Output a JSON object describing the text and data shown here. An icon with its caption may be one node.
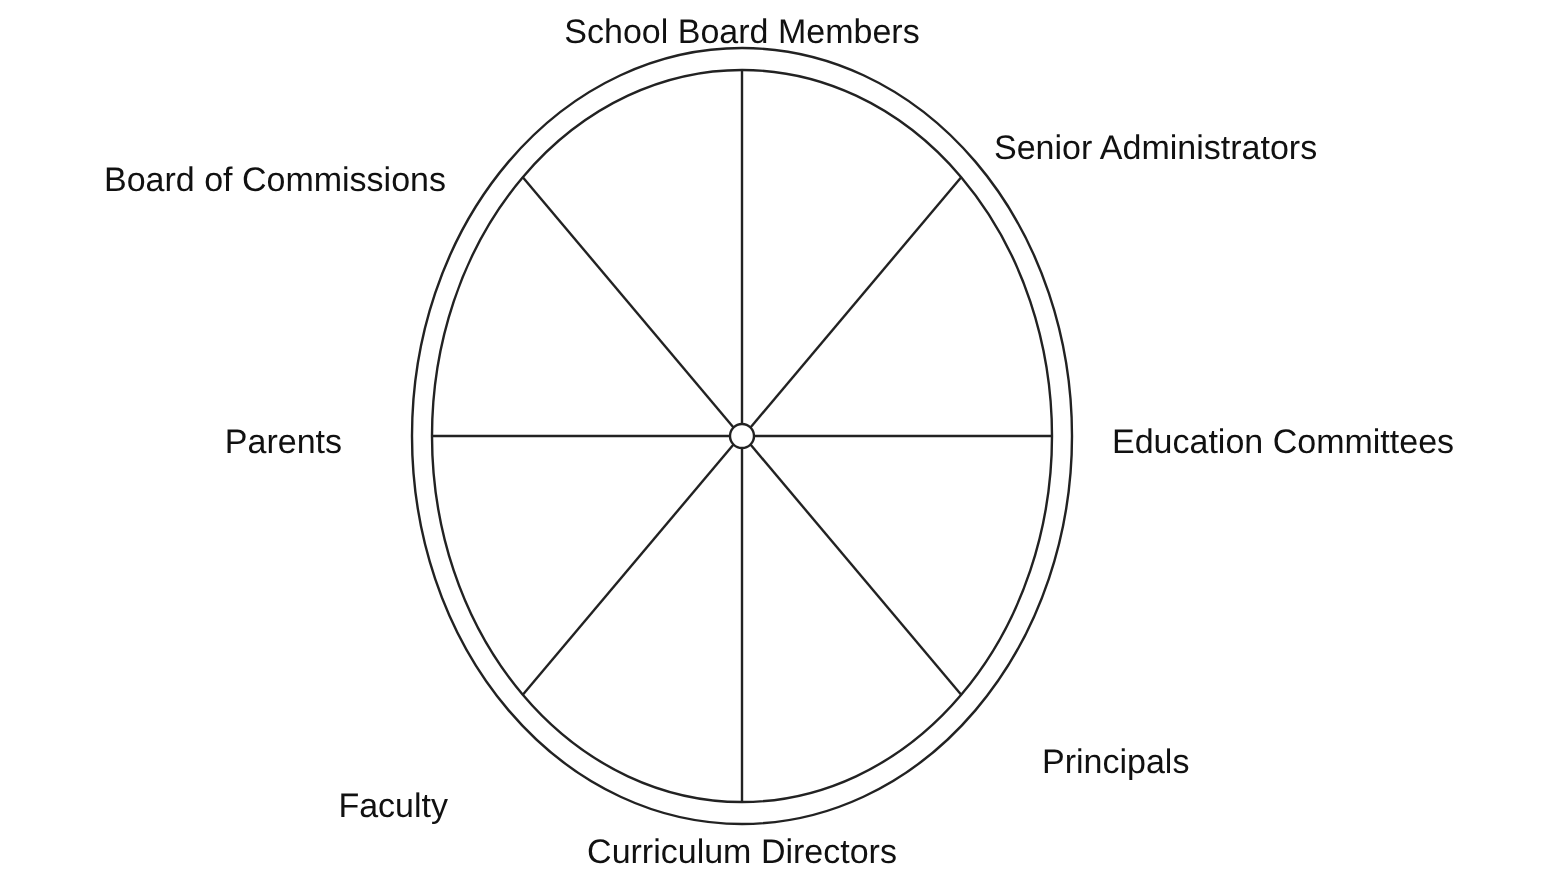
{
  "diagram": {
    "labels": [
      "School Board Members",
      "Senior Administrators",
      "Board of Commissions",
      "Parents",
      "Education Committees",
      "Principals",
      "Faculty",
      "Curriculum Directors"
    ]
  }
}
